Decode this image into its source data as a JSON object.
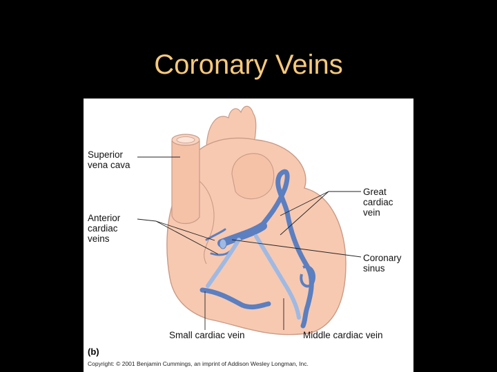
{
  "slide": {
    "title": "Coronary Veins"
  },
  "figure": {
    "labels": {
      "superior_vena_cava": "Superior\nvena cava",
      "anterior_cardiac_veins": "Anterior\ncardiac\nveins",
      "great_cardiac_vein": "Great\ncardiac\nvein",
      "coronary_sinus": "Coronary\nsinus",
      "small_cardiac_vein": "Small cardiac vein",
      "middle_cardiac_vein": "Middle cardiac vein"
    },
    "panel_tag": "(b)",
    "copyright": "Copyright: © 2001 Benjamin Cummings, an imprint of Addison Wesley Longman, Inc."
  },
  "colors": {
    "background": "#000000",
    "title": "#f6c97c",
    "heart_fill": "#f7c9b1",
    "heart_stroke": "#c99a86",
    "vein_dark": "#5b7fc0",
    "vein_light": "#9fb9e3"
  }
}
